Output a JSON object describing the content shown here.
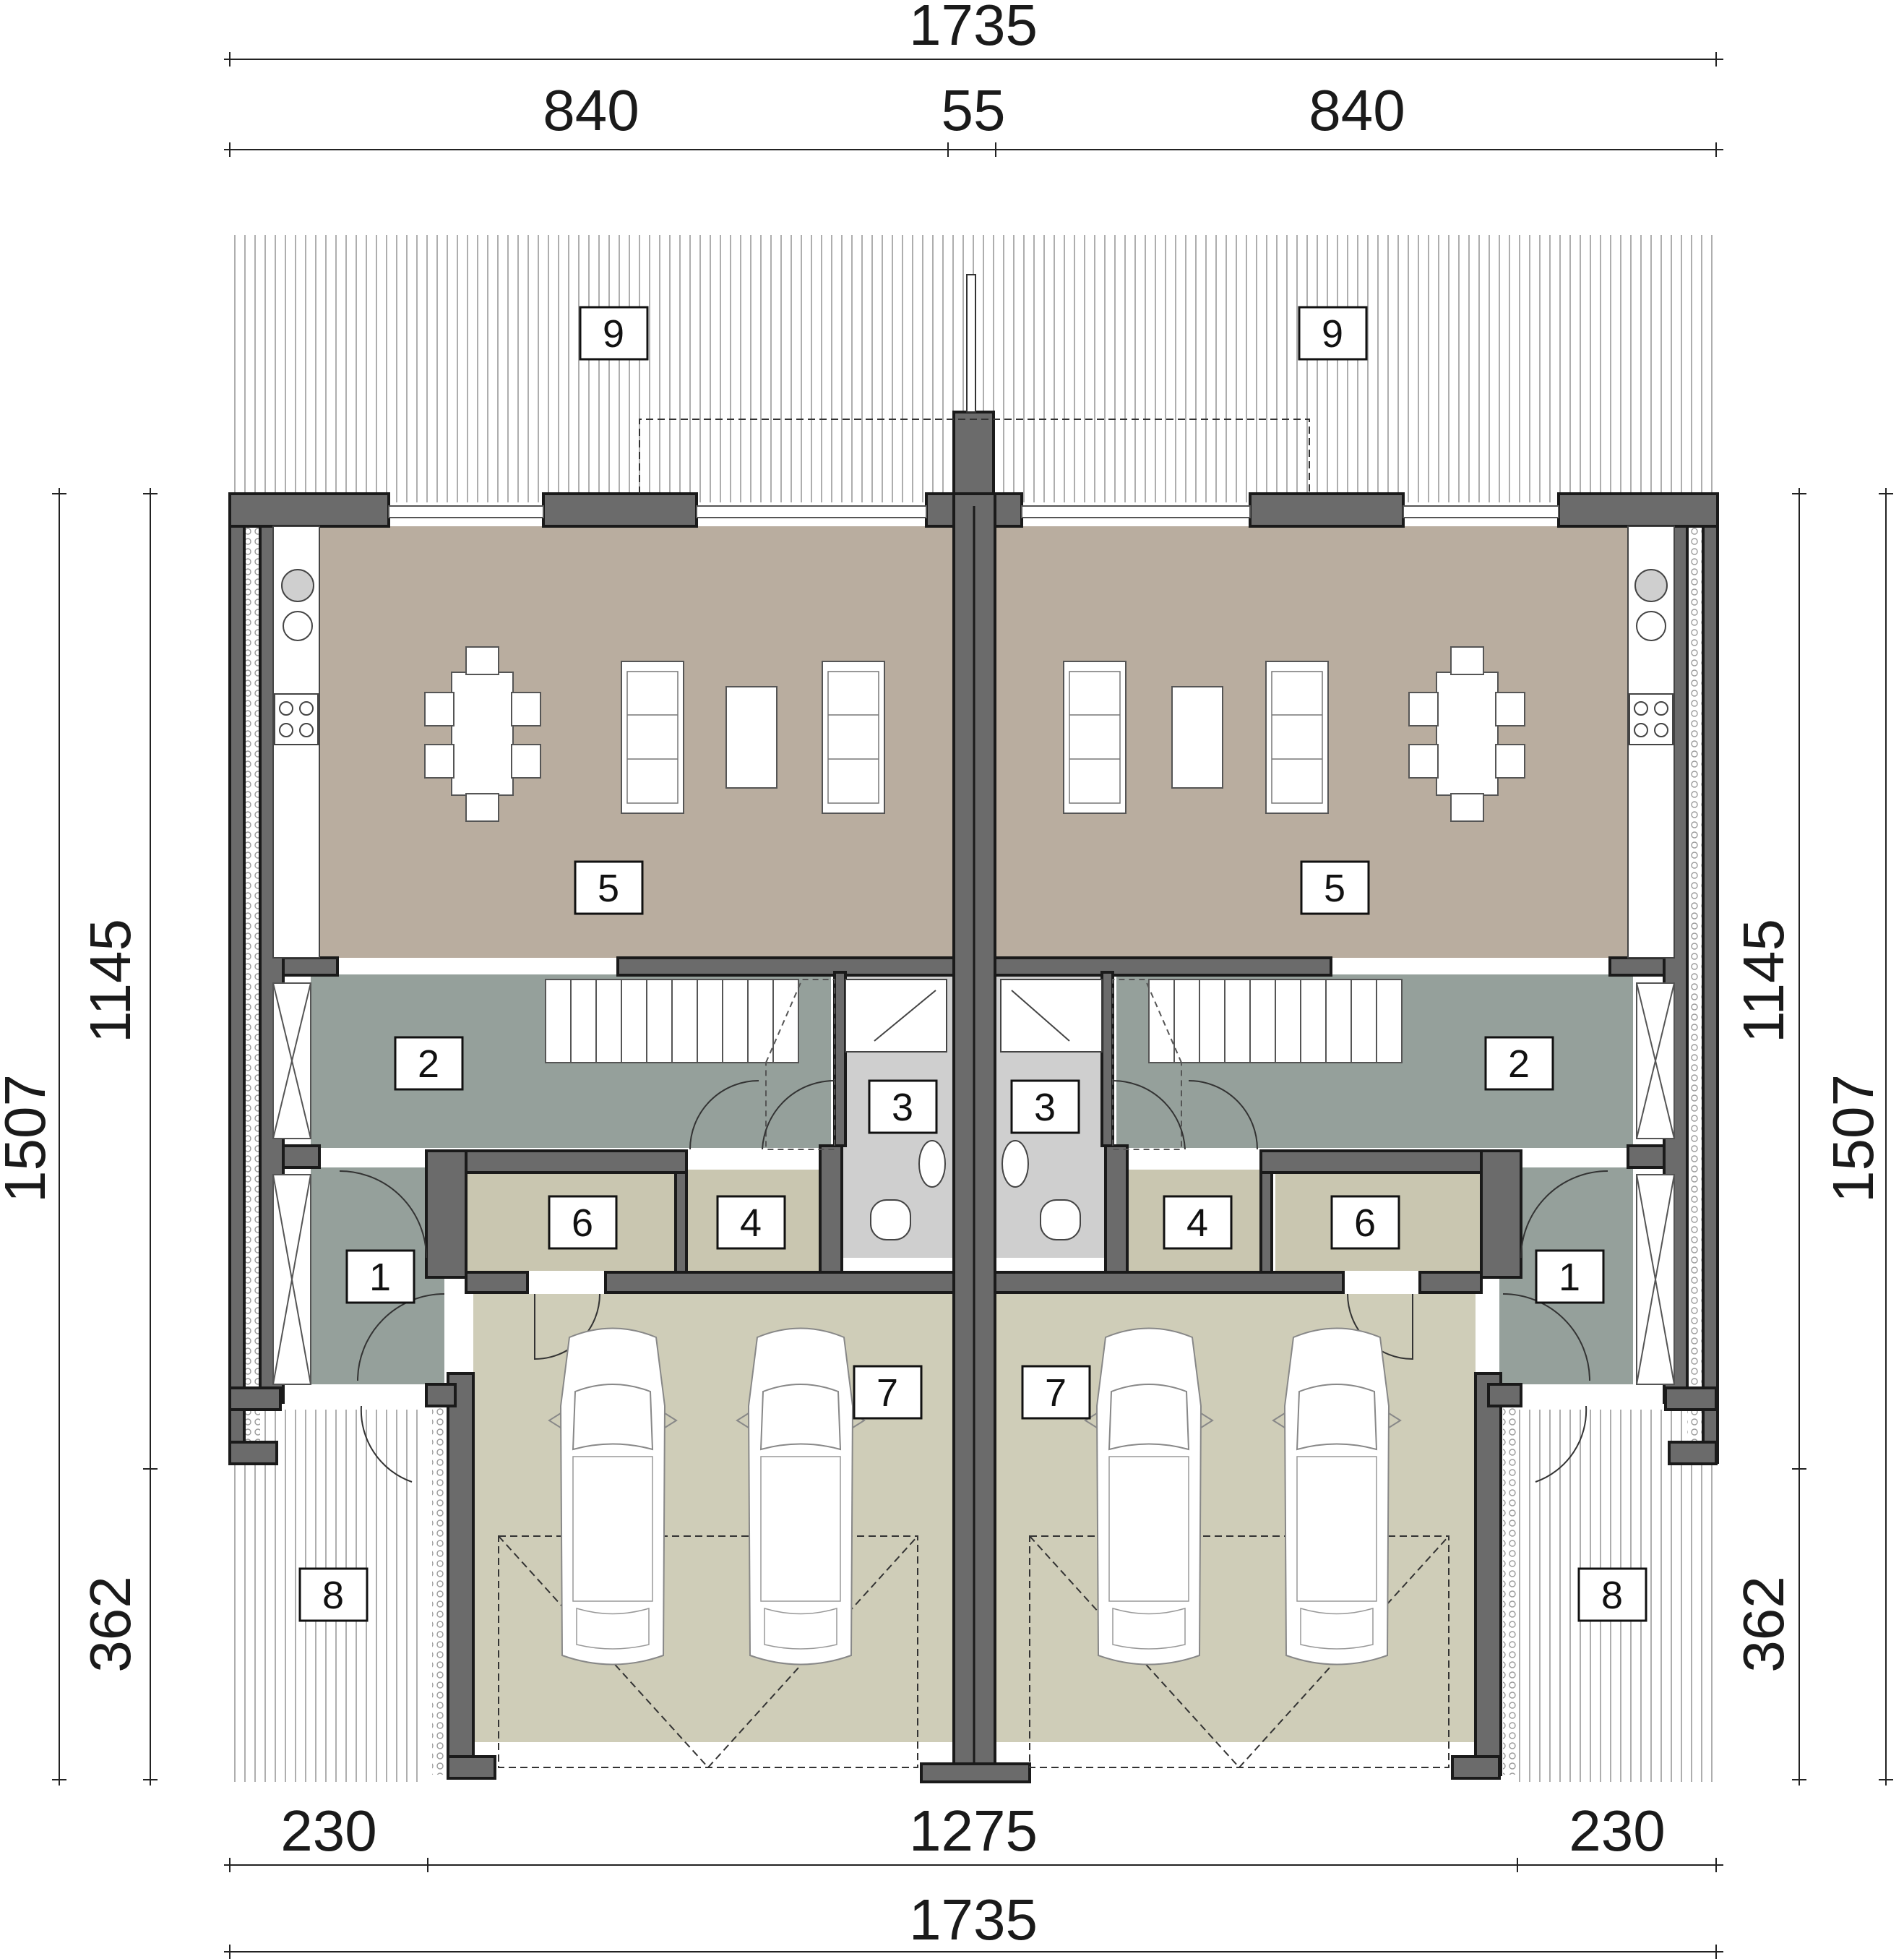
{
  "dimensions": {
    "top_total": "1735",
    "top_left": "840",
    "top_mid": "55",
    "top_right": "840",
    "bottom_left": "230",
    "bottom_mid": "1275",
    "bottom_right": "230",
    "bottom_total": "1735",
    "left_outer": "1507",
    "left_upper": "1145",
    "left_lower": "362",
    "right_outer": "1507",
    "right_upper": "1145",
    "right_lower": "362"
  },
  "rooms": {
    "left": {
      "vestibule": "1",
      "hall": "2",
      "wc": "3",
      "utility": "4",
      "living": "5",
      "storage": "6",
      "garage": "7",
      "entrance": "8",
      "terrace": "9"
    },
    "right": {
      "vestibule": "1",
      "hall": "2",
      "wc": "3",
      "utility": "4",
      "living": "5",
      "storage": "6",
      "garage": "7",
      "entrance": "8",
      "terrace": "9"
    }
  },
  "colors": {
    "wall": "#6b6b6b",
    "wall_outline": "#1a1a1a",
    "living": "#b9ad9f",
    "hall": "#95a09b",
    "wc": "#cfcfcf",
    "storage": "#c9c6b0",
    "garage": "#cfcdb8",
    "hatch": "#a0a0a0"
  }
}
